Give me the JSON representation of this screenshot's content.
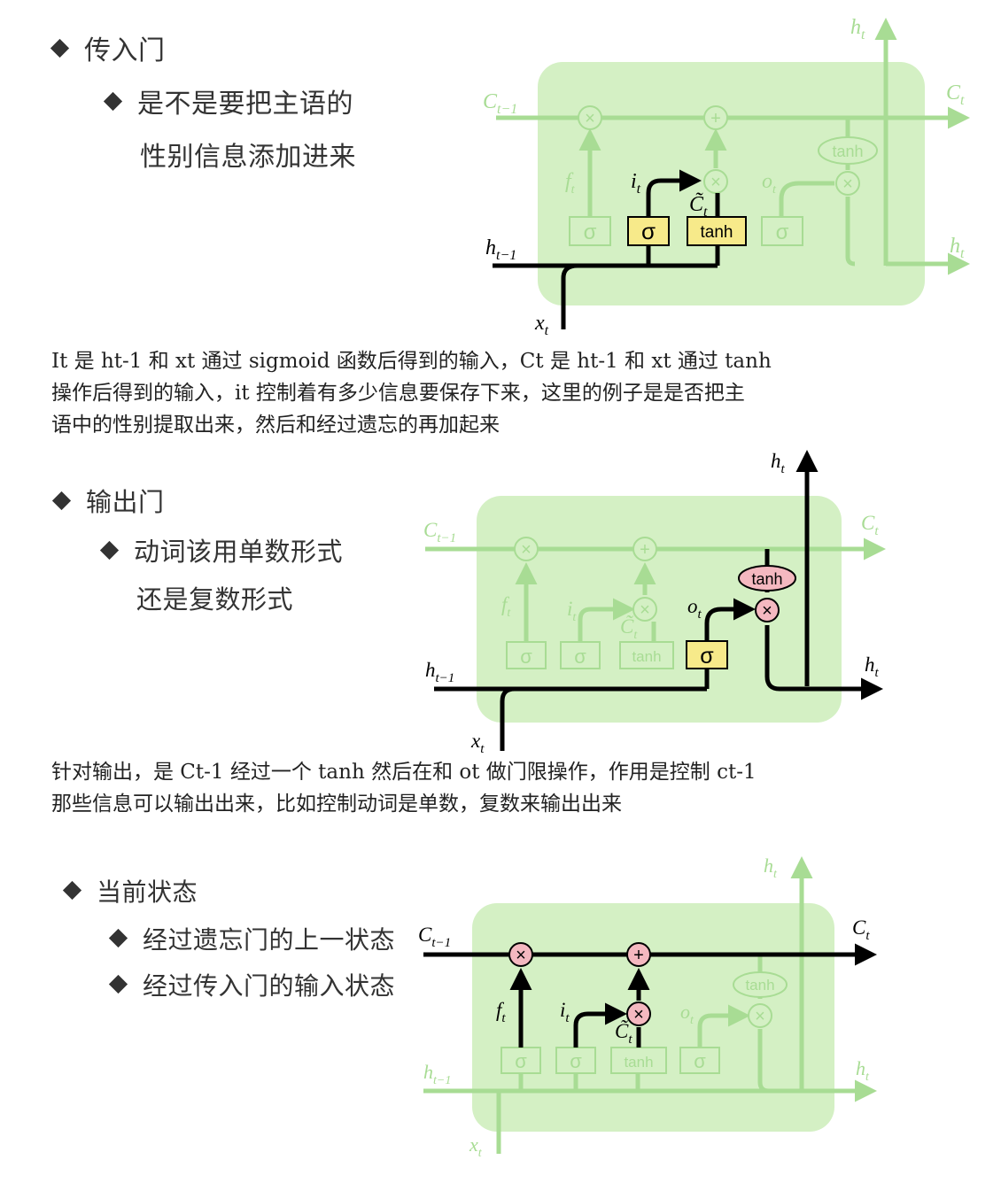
{
  "section1": {
    "title": "传入门",
    "sub1": "是不是要把主语的",
    "sub2": "性别信息添加进来",
    "caption1": "It 是 ht-1 和 xt 通过 sigmoid 函数后得到的输入，Ct 是 ht-1 和 xt 通过 tanh",
    "caption2": "操作后得到的输入，it 控制着有多少信息要保存下来，这里的例子是是否把主",
    "caption3": "语中的性别提取出来，然后和经过遗忘的再加起来"
  },
  "section2": {
    "title": "输出门",
    "sub1": "动词该用单数形式",
    "sub2": "还是复数形式",
    "caption1": "针对输出，是 Ct-1 经过一个 tanh 然后在和 ot 做门限操作，作用是控制 ct-1",
    "caption2": "那些信息可以输出出来，比如控制动词是单数，复数来输出出来"
  },
  "section3": {
    "title": "当前状态",
    "sub1": "经过遗忘门的上一状态",
    "sub2": "经过传入门的输入状态"
  },
  "diagram_labels": {
    "sigma": "σ",
    "tanh": "tanh",
    "times": "×",
    "plus": "+"
  },
  "colors": {
    "cell_green": "#d4f0c4",
    "faded_green": "#a8dc94",
    "gate_yellow": "#f7ea8a",
    "op_pink": "#f4b8c0"
  }
}
